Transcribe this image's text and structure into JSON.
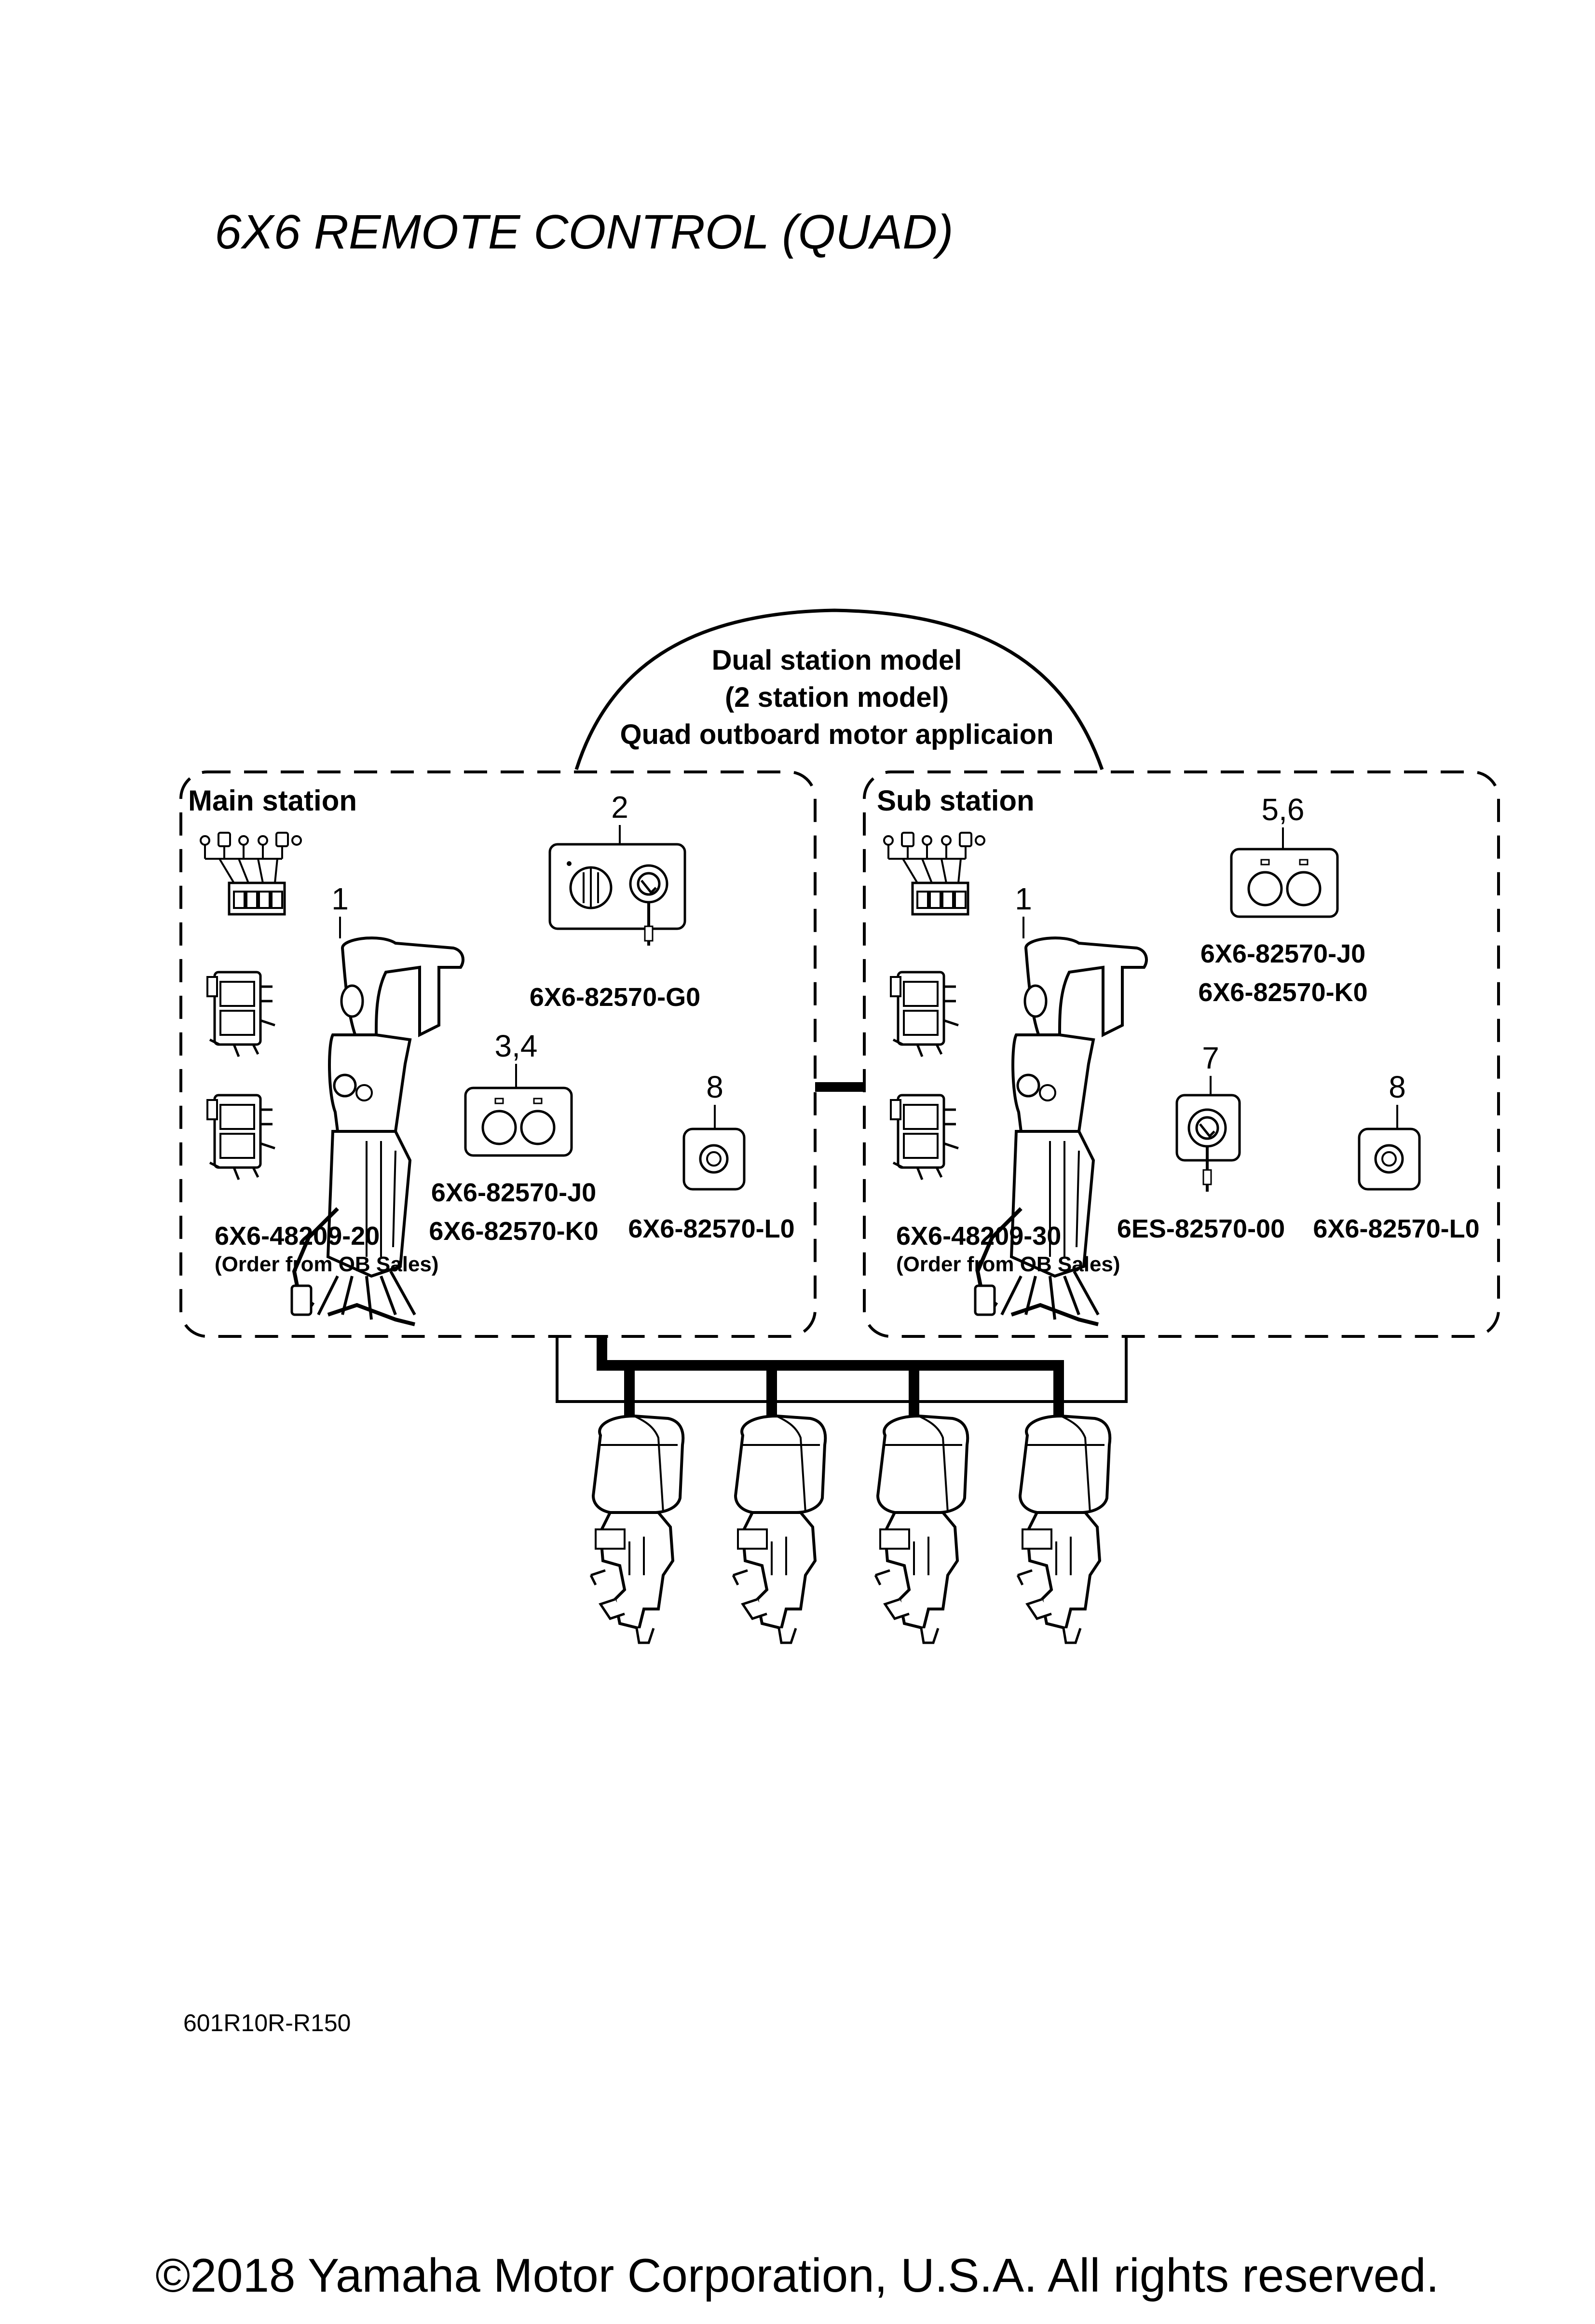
{
  "title": "6X6 REMOTE CONTROL (QUAD)",
  "header_lines": [
    "Dual station model",
    "(2 station model)",
    "Quad outboard motor applicaion"
  ],
  "main_station": {
    "label": "Main station",
    "callouts": {
      "control": "1",
      "key_switch": "2",
      "dual_switch": "3,4",
      "single_switch": "8"
    },
    "parts": {
      "control_box": "6X6-48209-20",
      "control_note": "(Order from OB Sales)",
      "key_switch": "6X6-82570-G0",
      "dual_switch_a": "6X6-82570-J0",
      "dual_switch_b": "6X6-82570-K0",
      "single_switch": "6X6-82570-L0"
    }
  },
  "sub_station": {
    "label": "Sub station",
    "callouts": {
      "control": "1",
      "dual_switch": "5,6",
      "key_switch": "7",
      "single_switch": "8"
    },
    "parts": {
      "control_box": "6X6-48209-30",
      "control_note": "(Order from OB Sales)",
      "dual_switch_a": "6X6-82570-J0",
      "dual_switch_b": "6X6-82570-K0",
      "key_switch": "6ES-82570-00",
      "single_switch": "6X6-82570-L0"
    }
  },
  "diagram_code": "601R10R-R150",
  "copyright": "©2018 Yamaha Motor Corporation, U.S.A. All rights reserved."
}
